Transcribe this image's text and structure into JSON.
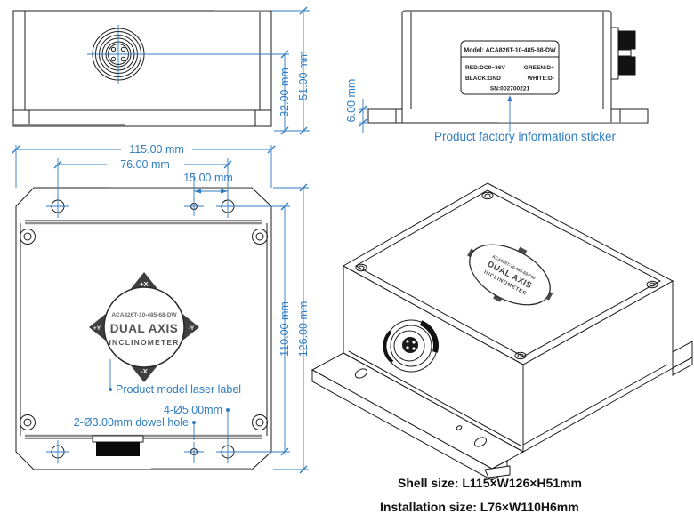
{
  "colors": {
    "dimension_blue": "#2f7dc3",
    "line_black": "#1c1c1c",
    "accent_gray": "#8f8f8f",
    "label_gray": "#5f5f5f",
    "arrow_dark": "#3f3f3f"
  },
  "front_view": {
    "dims": {
      "center_to_base": "32.00 mm",
      "total_height": "51.00 mm"
    }
  },
  "side_view": {
    "dims": {
      "flange_height": "6.00 mm"
    },
    "sticker": {
      "model": "Model: ACA826T-10-485-68-DW",
      "row1_left": "RED:DC9~36V",
      "row1_right": "GREEN:D+",
      "row2_left": "BLACK:GND",
      "row2_right": "WHITE:D-",
      "serial": "SN:002700221"
    },
    "caption": "Product factory information sticker"
  },
  "top_view": {
    "dims": {
      "total_width": "115.00 mm",
      "install_width": "76.00 mm",
      "hole_offset": "15.00 mm",
      "install_height": "110.00 mm",
      "total_height": "126.00 mm"
    },
    "laser_label": {
      "model": "ACA826T-10-485-68-DW",
      "title": "DUAL AXIS",
      "subtitle": "INCLINOMETER",
      "axis_top": "+X",
      "axis_bottom": "-X",
      "axis_left": "+Y",
      "axis_right": "-Y"
    },
    "annotations": {
      "laser_label": "Product model laser label",
      "mount_holes": "4-Ø5.00mm",
      "dowel_holes": "2-Ø3.00mm  dowel hole"
    }
  },
  "iso_view": {
    "laser_label": {
      "model": "ACA826T-10-485-68-DW",
      "title": "DUAL AXIS",
      "subtitle": "INCLINOMETER"
    }
  },
  "footer": {
    "shell_size": "Shell size:  L115×W126×H51mm",
    "installation_size": "Installation size:  L76×W110H6mm"
  }
}
